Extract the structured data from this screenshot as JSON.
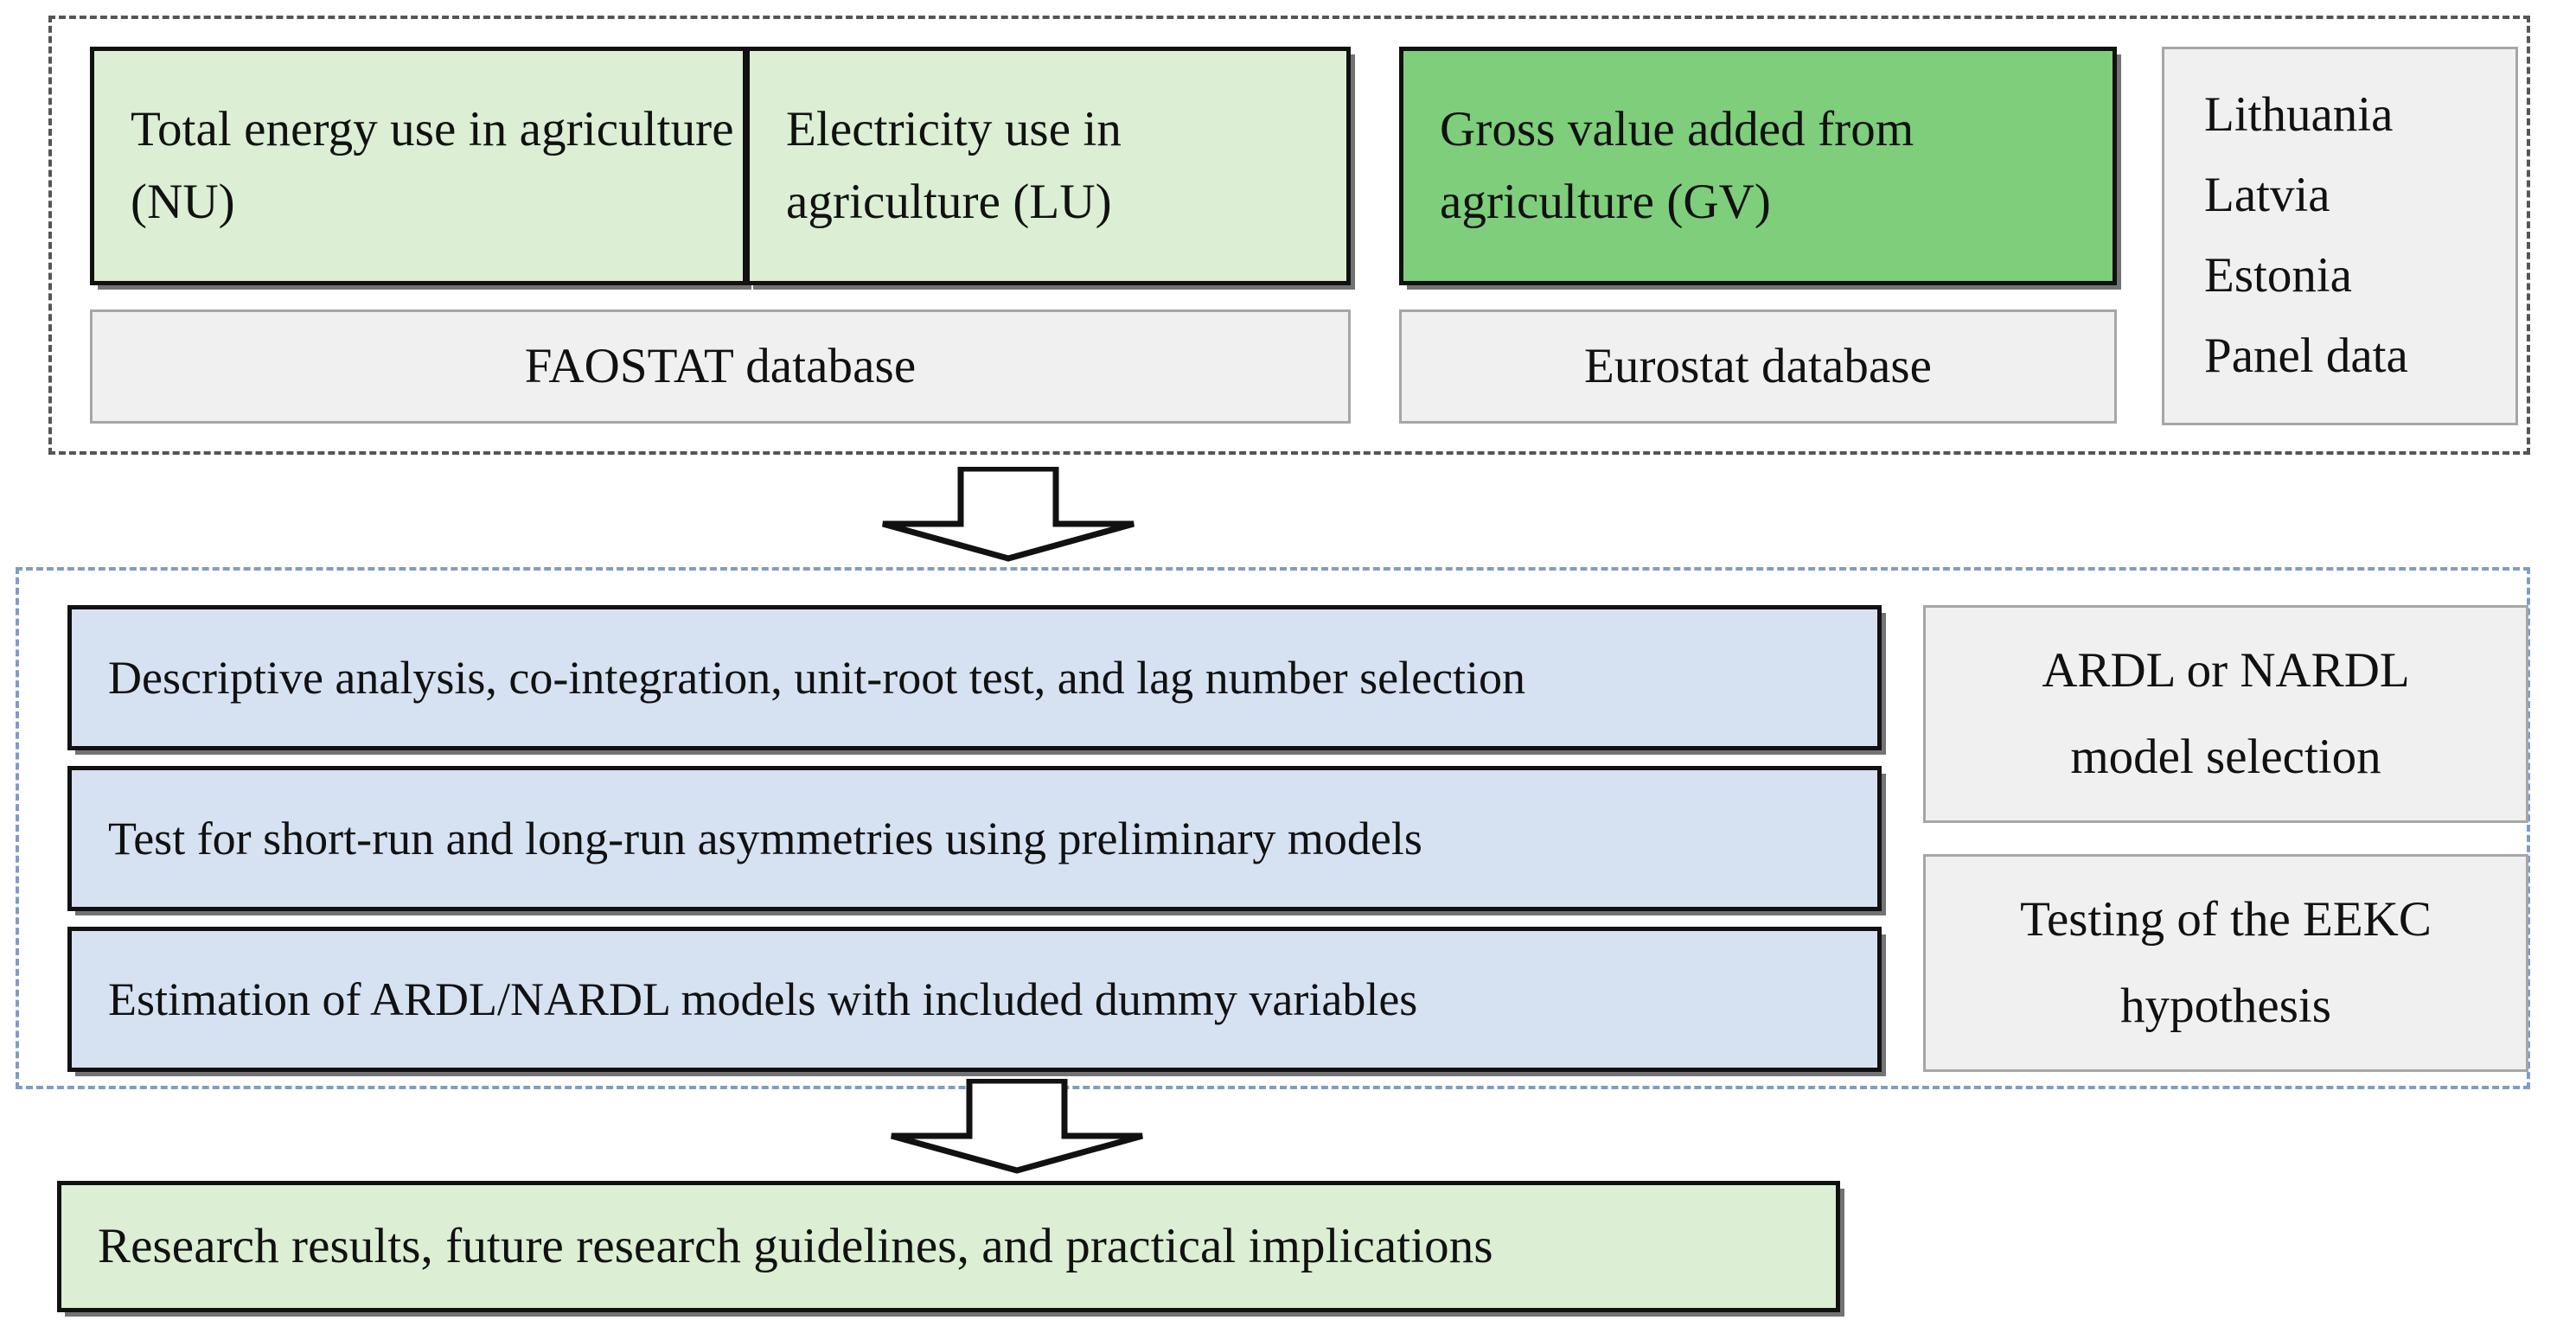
{
  "diagram": {
    "title": "Research framework flowchart",
    "colors": {
      "green_light": "#dceed3",
      "green_mid": "#7ece7b",
      "blue_light": "#d6e1f2",
      "gray_light": "#f0f0f0",
      "dashed_dark": "#555555",
      "dashed_blue": "#7f9dc4",
      "outline": "#111111"
    },
    "stage_data": {
      "variables": [
        {
          "label": "Total energy use in agriculture (NU)",
          "fill": "green_light"
        },
        {
          "label": "Electricity use in agriculture (LU)",
          "fill": "green_light"
        },
        {
          "label": "Gross value added from agriculture (GV)",
          "fill": "green_mid"
        }
      ],
      "sources": [
        {
          "label": "FAOSTAT database"
        },
        {
          "label": "Eurostat database"
        }
      ],
      "scope": {
        "items": [
          "Lithuania",
          "Latvia",
          "Estonia",
          "Panel data"
        ]
      }
    },
    "stage_methods": {
      "steps": [
        {
          "label": "Descriptive analysis, co-integration, unit-root test, and lag number selection"
        },
        {
          "label": "Test for short-run and long-run asymmetries using preliminary models"
        },
        {
          "label": "Estimation of ARDL/NARDL models with included dummy variables"
        }
      ],
      "side_notes": [
        {
          "line1": "ARDL or NARDL",
          "line2": "model selection"
        },
        {
          "line1": "Testing of the EEKC",
          "line2": "hypothesis"
        }
      ]
    },
    "stage_output": {
      "label": "Research results, future research guidelines, and practical implications"
    },
    "connectors": [
      {
        "name": "arrow-data-to-methods"
      },
      {
        "name": "arrow-methods-to-output"
      }
    ]
  }
}
